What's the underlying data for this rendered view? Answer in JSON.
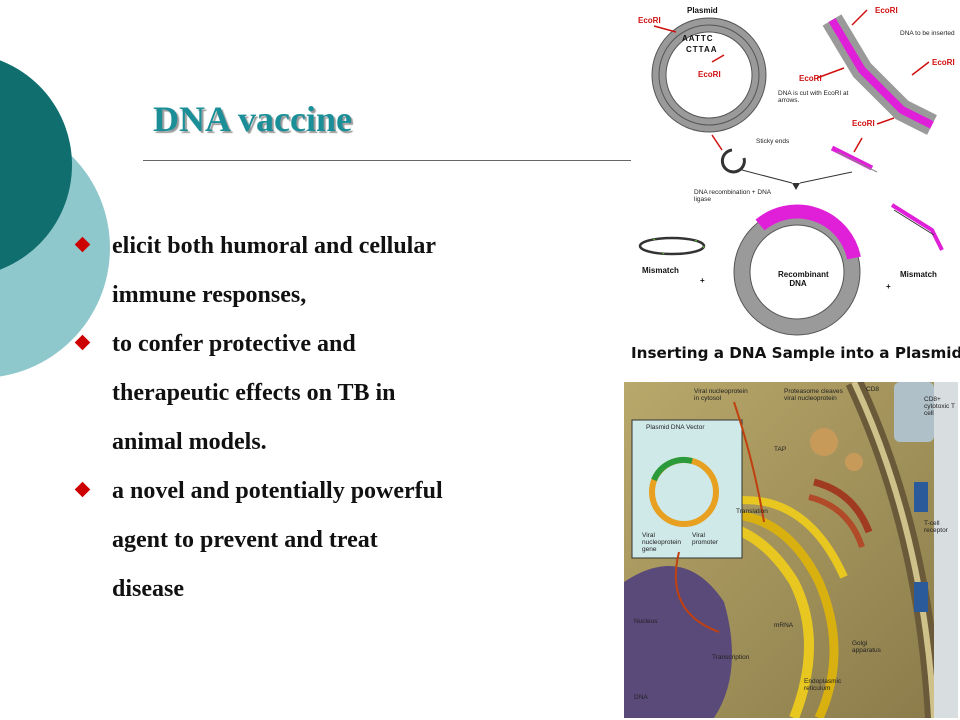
{
  "slide": {
    "title": "DNA vaccine",
    "bullets": [
      "elicit both humoral and cellular immune responses,",
      "to confer protective and therapeutic effects on TB in animal models.",
      "a novel and potentially powerful agent to prevent and treat disease"
    ],
    "bullet_lines": [
      [
        "elicit both humoral and cellular",
        "immune responses,"
      ],
      [
        "to confer protective and",
        "therapeutic effects on TB in",
        "animal models."
      ],
      [
        "a novel and potentially powerful",
        "agent to prevent and treat",
        "disease"
      ]
    ]
  },
  "figure_top": {
    "caption": "Inserting a DNA Sample into a Plasmid",
    "labels": {
      "plasmid": "Plasmid",
      "ecori": "EcoRI",
      "dna_to_insert": "DNA to be inserted",
      "cut_note": "DNA is cut with EcoRI at arrows.",
      "sticky_ends": "Sticky ends",
      "recombination": "DNA recombination + DNA ligase",
      "recombinant": "Recombinant DNA",
      "mismatch": "Mismatch",
      "plus": "+"
    },
    "sequence_top": "AATTC",
    "sequence_bottom": "CTTAA"
  },
  "figure_bottom": {
    "labels": {
      "vector": "Plasmid DNA Vector",
      "viral_gene": "Viral nucleoprotein gene",
      "viral_promoter": "Viral promoter",
      "translation": "Translation",
      "transcription": "Transcription",
      "mrna": "mRNA",
      "dna": "DNA",
      "nucleus": "Nucleus",
      "proteasome": "Proteasome cleaves viral nucleoprotein",
      "viral_protein": "Viral nucleoprotein in cytosol",
      "tap": "TAP",
      "cd8": "CD8",
      "tcell": "CD8+ cytotoxic T cell",
      "tcr": "T-cell receptor",
      "golgi": "Golgi apparatus",
      "er": "Endoplasmic reticulum"
    }
  },
  "colors": {
    "title": "#1a8f98",
    "bullet_marker": "#cc0000",
    "teal_dark": "#106e6e",
    "teal_light": "#8fc8cc",
    "magenta": "#e020d8",
    "ecori_red": "#d01010"
  }
}
